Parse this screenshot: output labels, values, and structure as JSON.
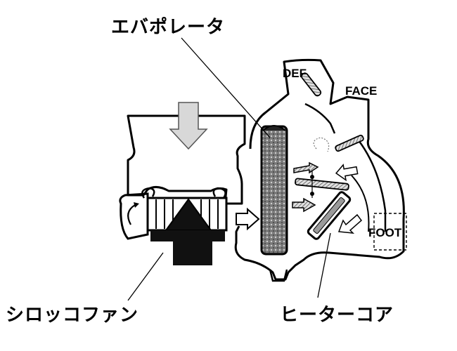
{
  "labels": {
    "evaporator": "エバポレータ",
    "sirocco_fan": "シロッコファン",
    "heater_core": "ヒーターコア"
  },
  "outlets": {
    "def": "DEF",
    "face": "FACE",
    "foot": "FOOT"
  },
  "colors": {
    "ink": "#000000",
    "arrow_fill": "#d8d8d8",
    "core_fill": "#9a9a9a"
  }
}
